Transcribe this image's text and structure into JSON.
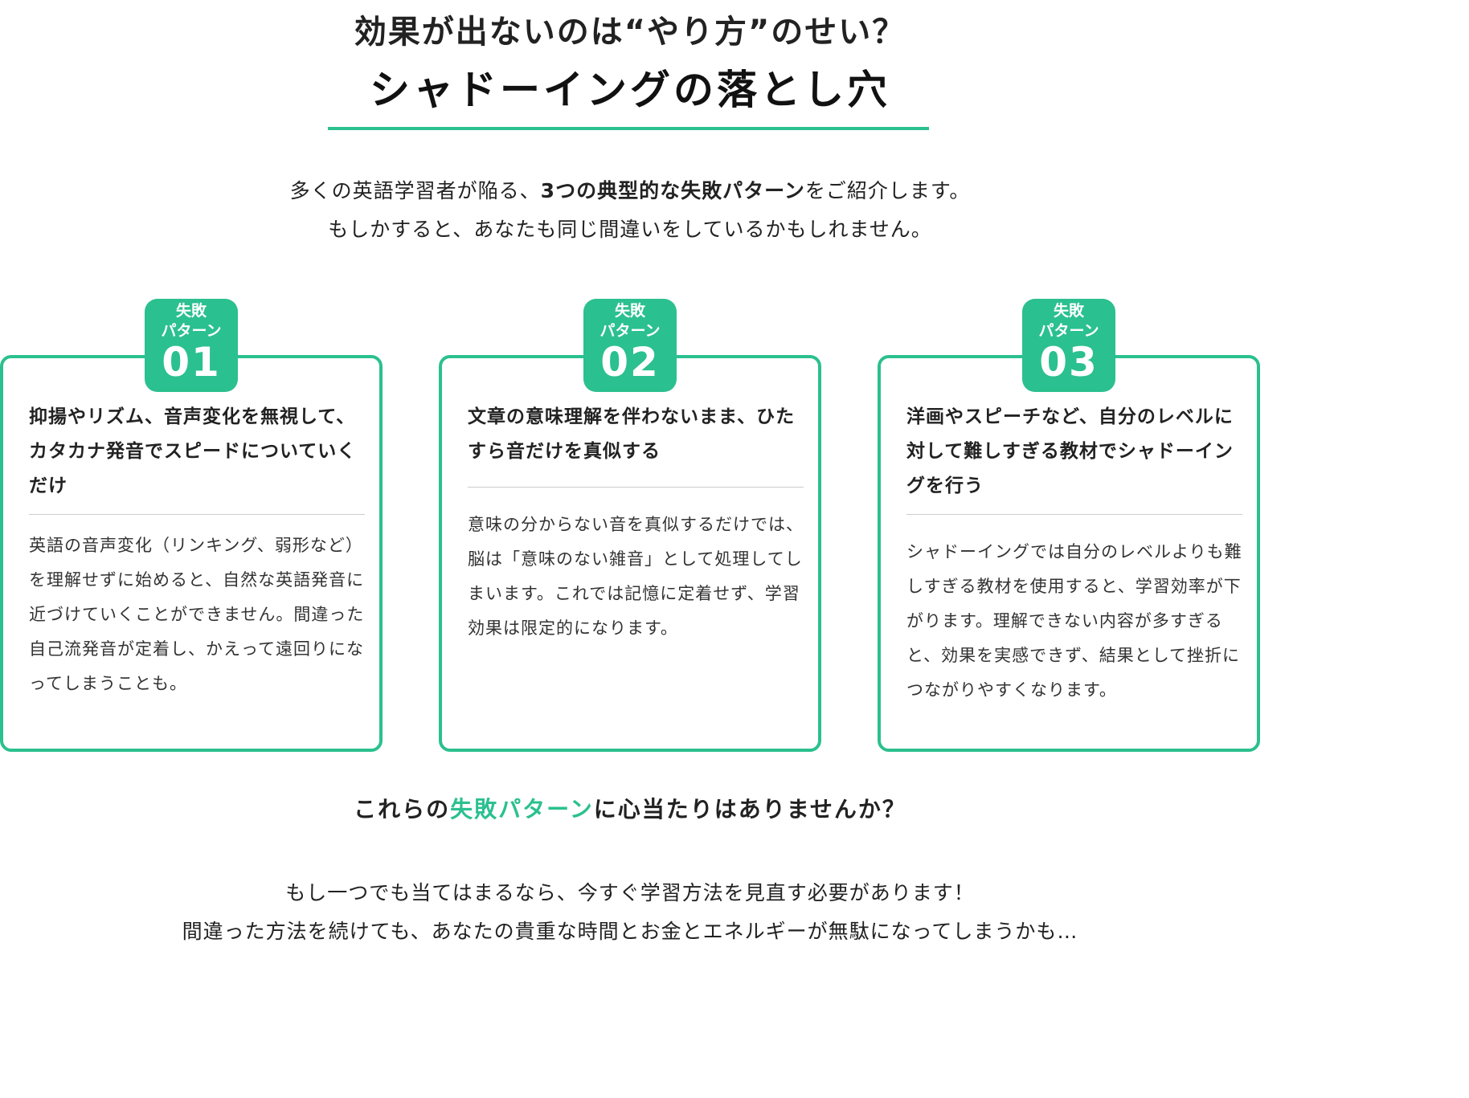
{
  "header": {
    "subtitle": "効果が出ないのは“やり方”のせい？",
    "title": "シャドーイングの落とし穴"
  },
  "intro": {
    "line1_before": "多くの英語学習者が陥る、",
    "line1_bold": "3つの典型的な失敗パターン",
    "line1_after": "をご紹介します。",
    "line2": "もしかすると、あなたも同じ間違いをしているかもしれません。"
  },
  "badge_label": "失敗\nパターン",
  "cards": [
    {
      "number": "01",
      "title": "抑揚やリズム、音声変化を無視して、カタカナ発音でスピードについていくだけ",
      "body": "英語の音声変化（リンキング、弱形など）を理解せずに始めると、自然な英語発音に近づけていくことができません。間違った自己流発音が定着し、かえって遠回りになってしまうことも。"
    },
    {
      "number": "02",
      "title": "文章の意味理解を伴わないまま、ひたすら音だけを真似する",
      "body": "意味の分からない音を真似するだけでは、脳は「意味のない雑音」として処理してしまいます。これでは記憶に定着せず、学習効果は限定的になります。"
    },
    {
      "number": "03",
      "title": "洋画やスピーチなど、自分のレベルに対して難しすぎる教材でシャドーイングを行う",
      "body": "シャドーイングでは自分のレベルよりも難しすぎる教材を使用すると、学習効率が下がります。理解できない内容が多すぎると、効果を実感できず、結果として挫折につながりやすくなります。"
    }
  ],
  "question": {
    "before": "これらの",
    "accent": "失敗パターン",
    "after": "に心当たりはありませんか？"
  },
  "closing": {
    "line1": "もし一つでも当てはまるなら、今すぐ学習方法を見直す必要があります！",
    "line2": "間違った方法を続けても、あなたの貴重な時間とお金とエネルギーが無駄になってしまうかも…"
  },
  "colors": {
    "accent": "#2bc08f",
    "text": "#222222",
    "divider": "#cccccc"
  }
}
